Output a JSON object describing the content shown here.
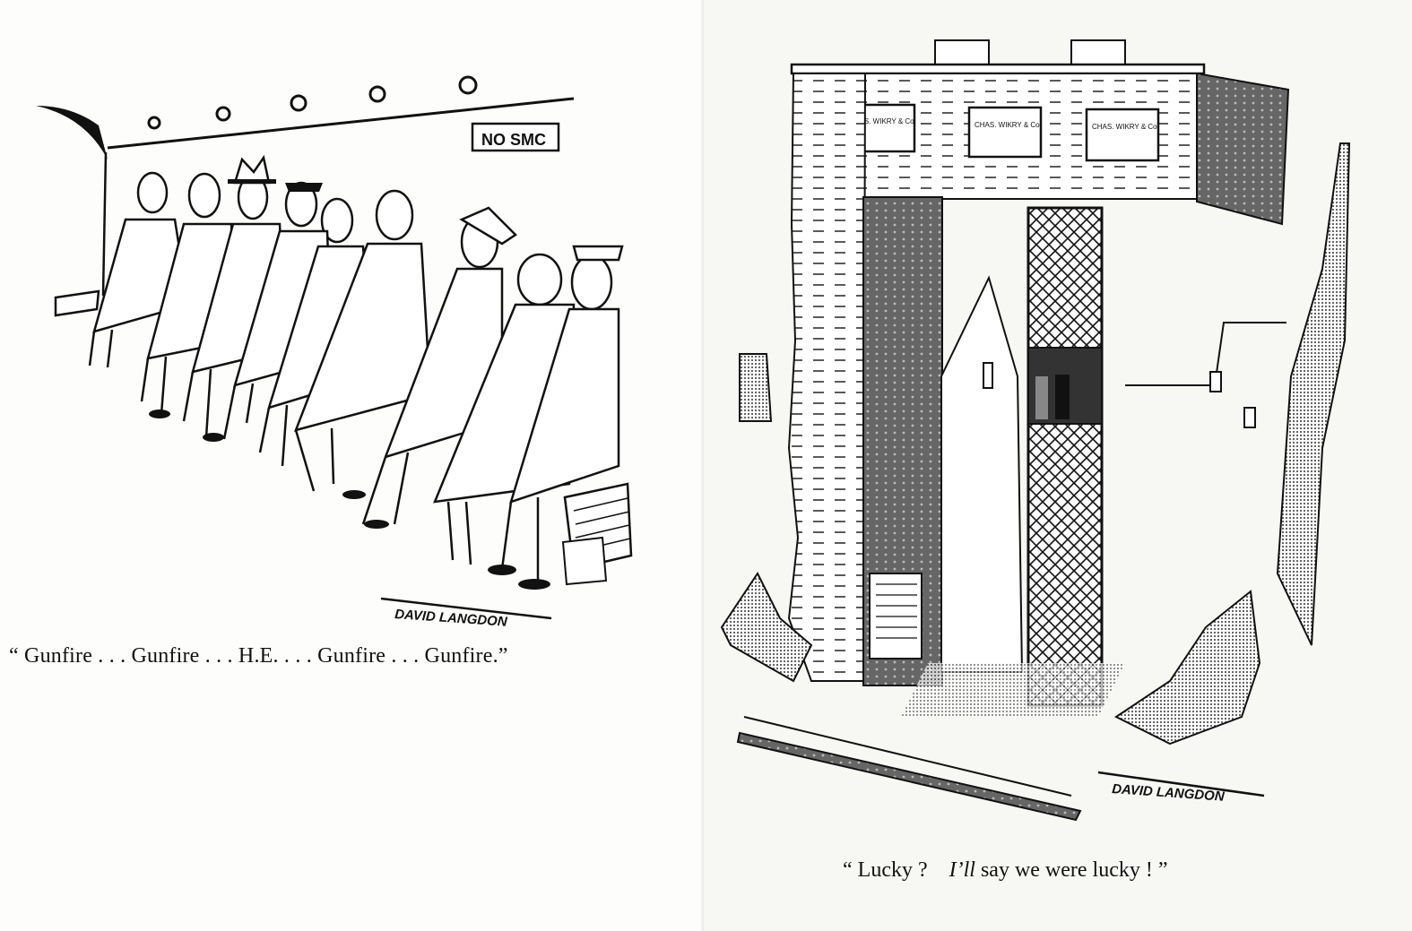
{
  "left_cartoon": {
    "sign_text": "NO SMC",
    "caption": "“ Gunfire . . . Gunfire . . . H.E. . . . Gunfire . . . Gunfire.”",
    "signature": "DAVID LANGDON"
  },
  "right_cartoon": {
    "window_sign_text": "CHAS. WIKRY & Co.",
    "plaque_text": "CHAS. WIKRY & CO.",
    "caption_part1": "“ Lucky ?",
    "caption_italic": "I’ll",
    "caption_part2": "say we were lucky ! ”",
    "signature": "DAVID LANGDON"
  }
}
